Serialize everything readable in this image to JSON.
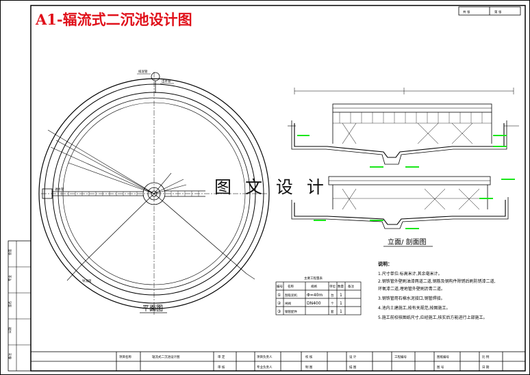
{
  "title": "A1-辐流式二沉池设计图",
  "watermark": "图 文 设 计",
  "plan": {
    "caption": "平面图",
    "callouts": [
      "排泥管",
      "出水管",
      "进水管",
      "导流筒"
    ]
  },
  "section": {
    "caption": "立面/ 剖面图"
  },
  "notes": {
    "heading": "说明：",
    "items": [
      "1.尺寸单位:标高米计,其余毫米计。",
      "2.钢铁管外壁刷油漆两道二道,钢筋及钢构件除锈后刷防锈漆二道,",
      "   环氧漆二道,埋地管外壁刷沥青二道。",
      "3.钢铁管用石棉水泥接口,钢管焊接。",
      "4.池内土建施工,按有关规范,按图施工。",
      "5.施工前校核图纸尺寸,应经施工,核实后方能进行上部施工。"
    ]
  },
  "table": {
    "title": "主要工程量表",
    "headers": [
      "编号",
      "名称",
      "规格",
      "单位",
      "数量",
      "备注"
    ],
    "rows": [
      [
        "①",
        "刮吸泥机",
        "Φ=40m",
        "台",
        "1",
        ""
      ],
      [
        "②",
        "闸阀",
        "DN400",
        "个",
        "1",
        ""
      ],
      [
        "③",
        "钢管配件",
        "",
        "套",
        "1",
        ""
      ]
    ]
  },
  "title_block": {
    "project_label": "项目名称",
    "project_value": "辐流式二沉池设计图",
    "cells": [
      "审 定",
      "项目负责人",
      "校 核",
      "设 计",
      "比 例",
      "审 核",
      "专业负责人",
      "制 图",
      "描 图",
      "日 期",
      "工程编号",
      "图纸编号",
      "图 号"
    ]
  },
  "corner_box": [
    "共 张",
    "第 张"
  ],
  "side_column": [
    "会签",
    "专业",
    "签名",
    "日期",
    "备注"
  ],
  "colors": {
    "title_red": "#e0101a",
    "ink": "#000000",
    "green_mark": "#19e619"
  }
}
